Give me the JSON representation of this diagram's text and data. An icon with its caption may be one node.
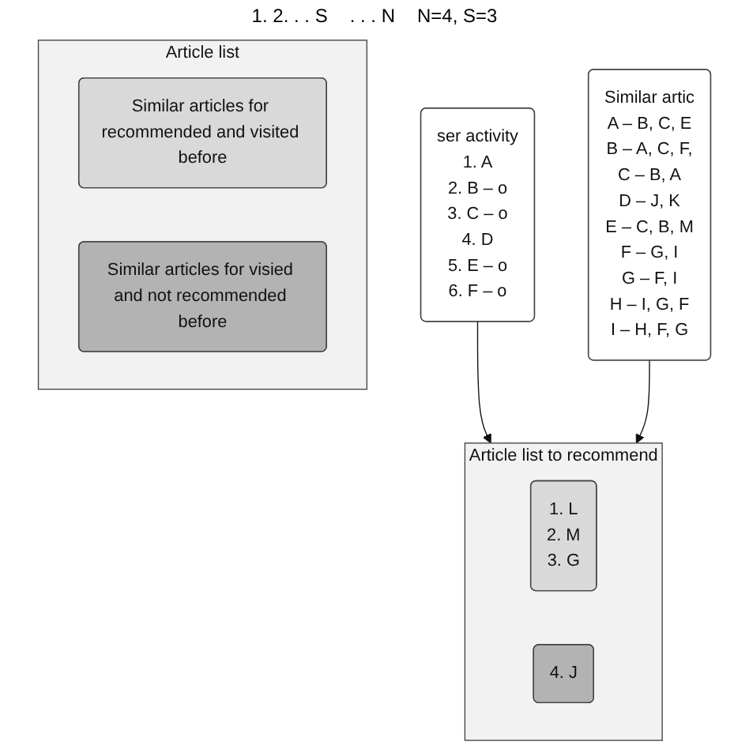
{
  "diagram": {
    "nodes": [
      {
        "text": [
          "Article list"
        ]
      },
      {
        "text": [
          "Similar articles for recommended and visited before"
        ],
        "in": 0
      },
      {
        "text": [
          "Similar articles for visied and not recommended before"
        ],
        "in": 0
      },
      {
        "text": [
          "ser activity",
          "1. A",
          "2. B – o",
          "3. C – o",
          "4. D",
          "5. E – o",
          "6. F – o"
        ]
      },
      {
        "text": [
          "Similar artic",
          "A – B, C, E",
          "B – A, C, F,",
          "C – B, A",
          "D – J, K",
          "E – C, B, M",
          "F – G, I",
          "G – F, I",
          "H – I, G, F",
          "I – H, F, G"
        ]
      },
      {
        "text": [
          "Article list to recommend"
        ]
      },
      {
        "text": [
          "1. L",
          "2. M",
          "3. G"
        ],
        "in": 5
      },
      {
        "text": [
          "4. J"
        ],
        "in": 5
      }
    ],
    "edges": [
      {
        "from": 3,
        "to": 5,
        "arrow": "to"
      },
      {
        "from": 4,
        "to": 5,
        "arrow": "to"
      }
    ],
    "labels": [
      "1. 2. . . S",
      ". . . N",
      "N=4, S=3"
    ]
  }
}
